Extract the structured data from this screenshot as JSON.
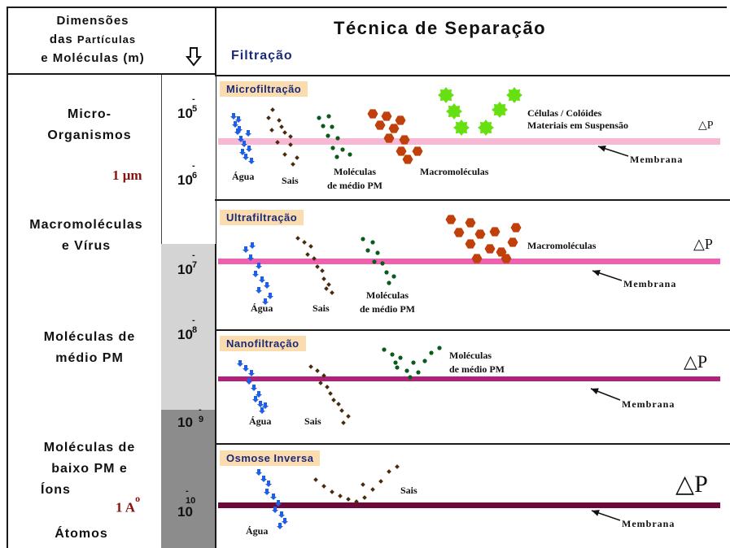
{
  "header": {
    "dimension_title_l1": "Dimensões",
    "dimension_title_l2a": "das ",
    "dimension_title_l2b": "Partículas",
    "dimension_title_l3": "e Moléculas (m)",
    "technique_title": "Técnica de Separação",
    "filtration_label": "Filtração"
  },
  "left_column": {
    "micro_l1": "Micro-",
    "micro_l2": "Organismos",
    "one_micron_num": "1 ",
    "one_micron_unit": "μm",
    "macro_l1": "Macromoléculas",
    "macro_l2": "e Vírus",
    "medio_l1": "Moléculas de",
    "medio_l2": "médio PM",
    "baixo_l1": "Moléculas de",
    "baixo_l2": "baixo PM e",
    "baixo_l3": "Íons",
    "angstrom_num": "1 A",
    "angstrom_sup": "o",
    "atomos": "Átomos"
  },
  "scale": {
    "base": "10",
    "exponents": [
      "- 5",
      "- 6",
      "- 7",
      "- 8",
      "- 9",
      "- 10"
    ]
  },
  "sections": [
    {
      "name": "Microfiltração",
      "labels": {
        "agua": "Água",
        "sais": "Sais",
        "medio_l1": "Moléculas",
        "medio_l2": "de médio PM",
        "macro": "Macromoléculas",
        "cells_l1": "Células / Colóides",
        "cells_l2": "Materiais em Suspensão",
        "membrana": "Membrana",
        "delta": "△P"
      }
    },
    {
      "name": "Ultrafiltração",
      "labels": {
        "agua": "Água",
        "sais": "Sais",
        "medio_l1": "Moléculas",
        "medio_l2": "de médio PM",
        "macro": "Macromoléculas",
        "membrana": "Membrana",
        "delta": "△P"
      }
    },
    {
      "name": "Nanofiltração",
      "labels": {
        "agua": "Água",
        "sais": "Sais",
        "medio_l1": "Moléculas",
        "medio_l2": "de médio PM",
        "membrana": "Membrana",
        "delta": "△P"
      }
    },
    {
      "name": "Osmose Inversa",
      "labels": {
        "agua": "Água",
        "sais": "Sais",
        "membrana": "Membrana",
        "delta": "△P"
      }
    }
  ],
  "colors": {
    "border": "#1a1a1a",
    "label_bg": "#fbdcae",
    "label_text": "#1a2a7a",
    "water": "#1f5fe8",
    "salt": "#4a2a0a",
    "medium": "#0a5a1a",
    "macro": "#c0400c",
    "cells": "#66e010",
    "membrane_micro": "#f7b8d6",
    "membrane_ultra": "#f060b0",
    "membrane_nano": "#b0207a",
    "membrane_ro": "#6e0a3a",
    "micron": "#8a1010"
  }
}
